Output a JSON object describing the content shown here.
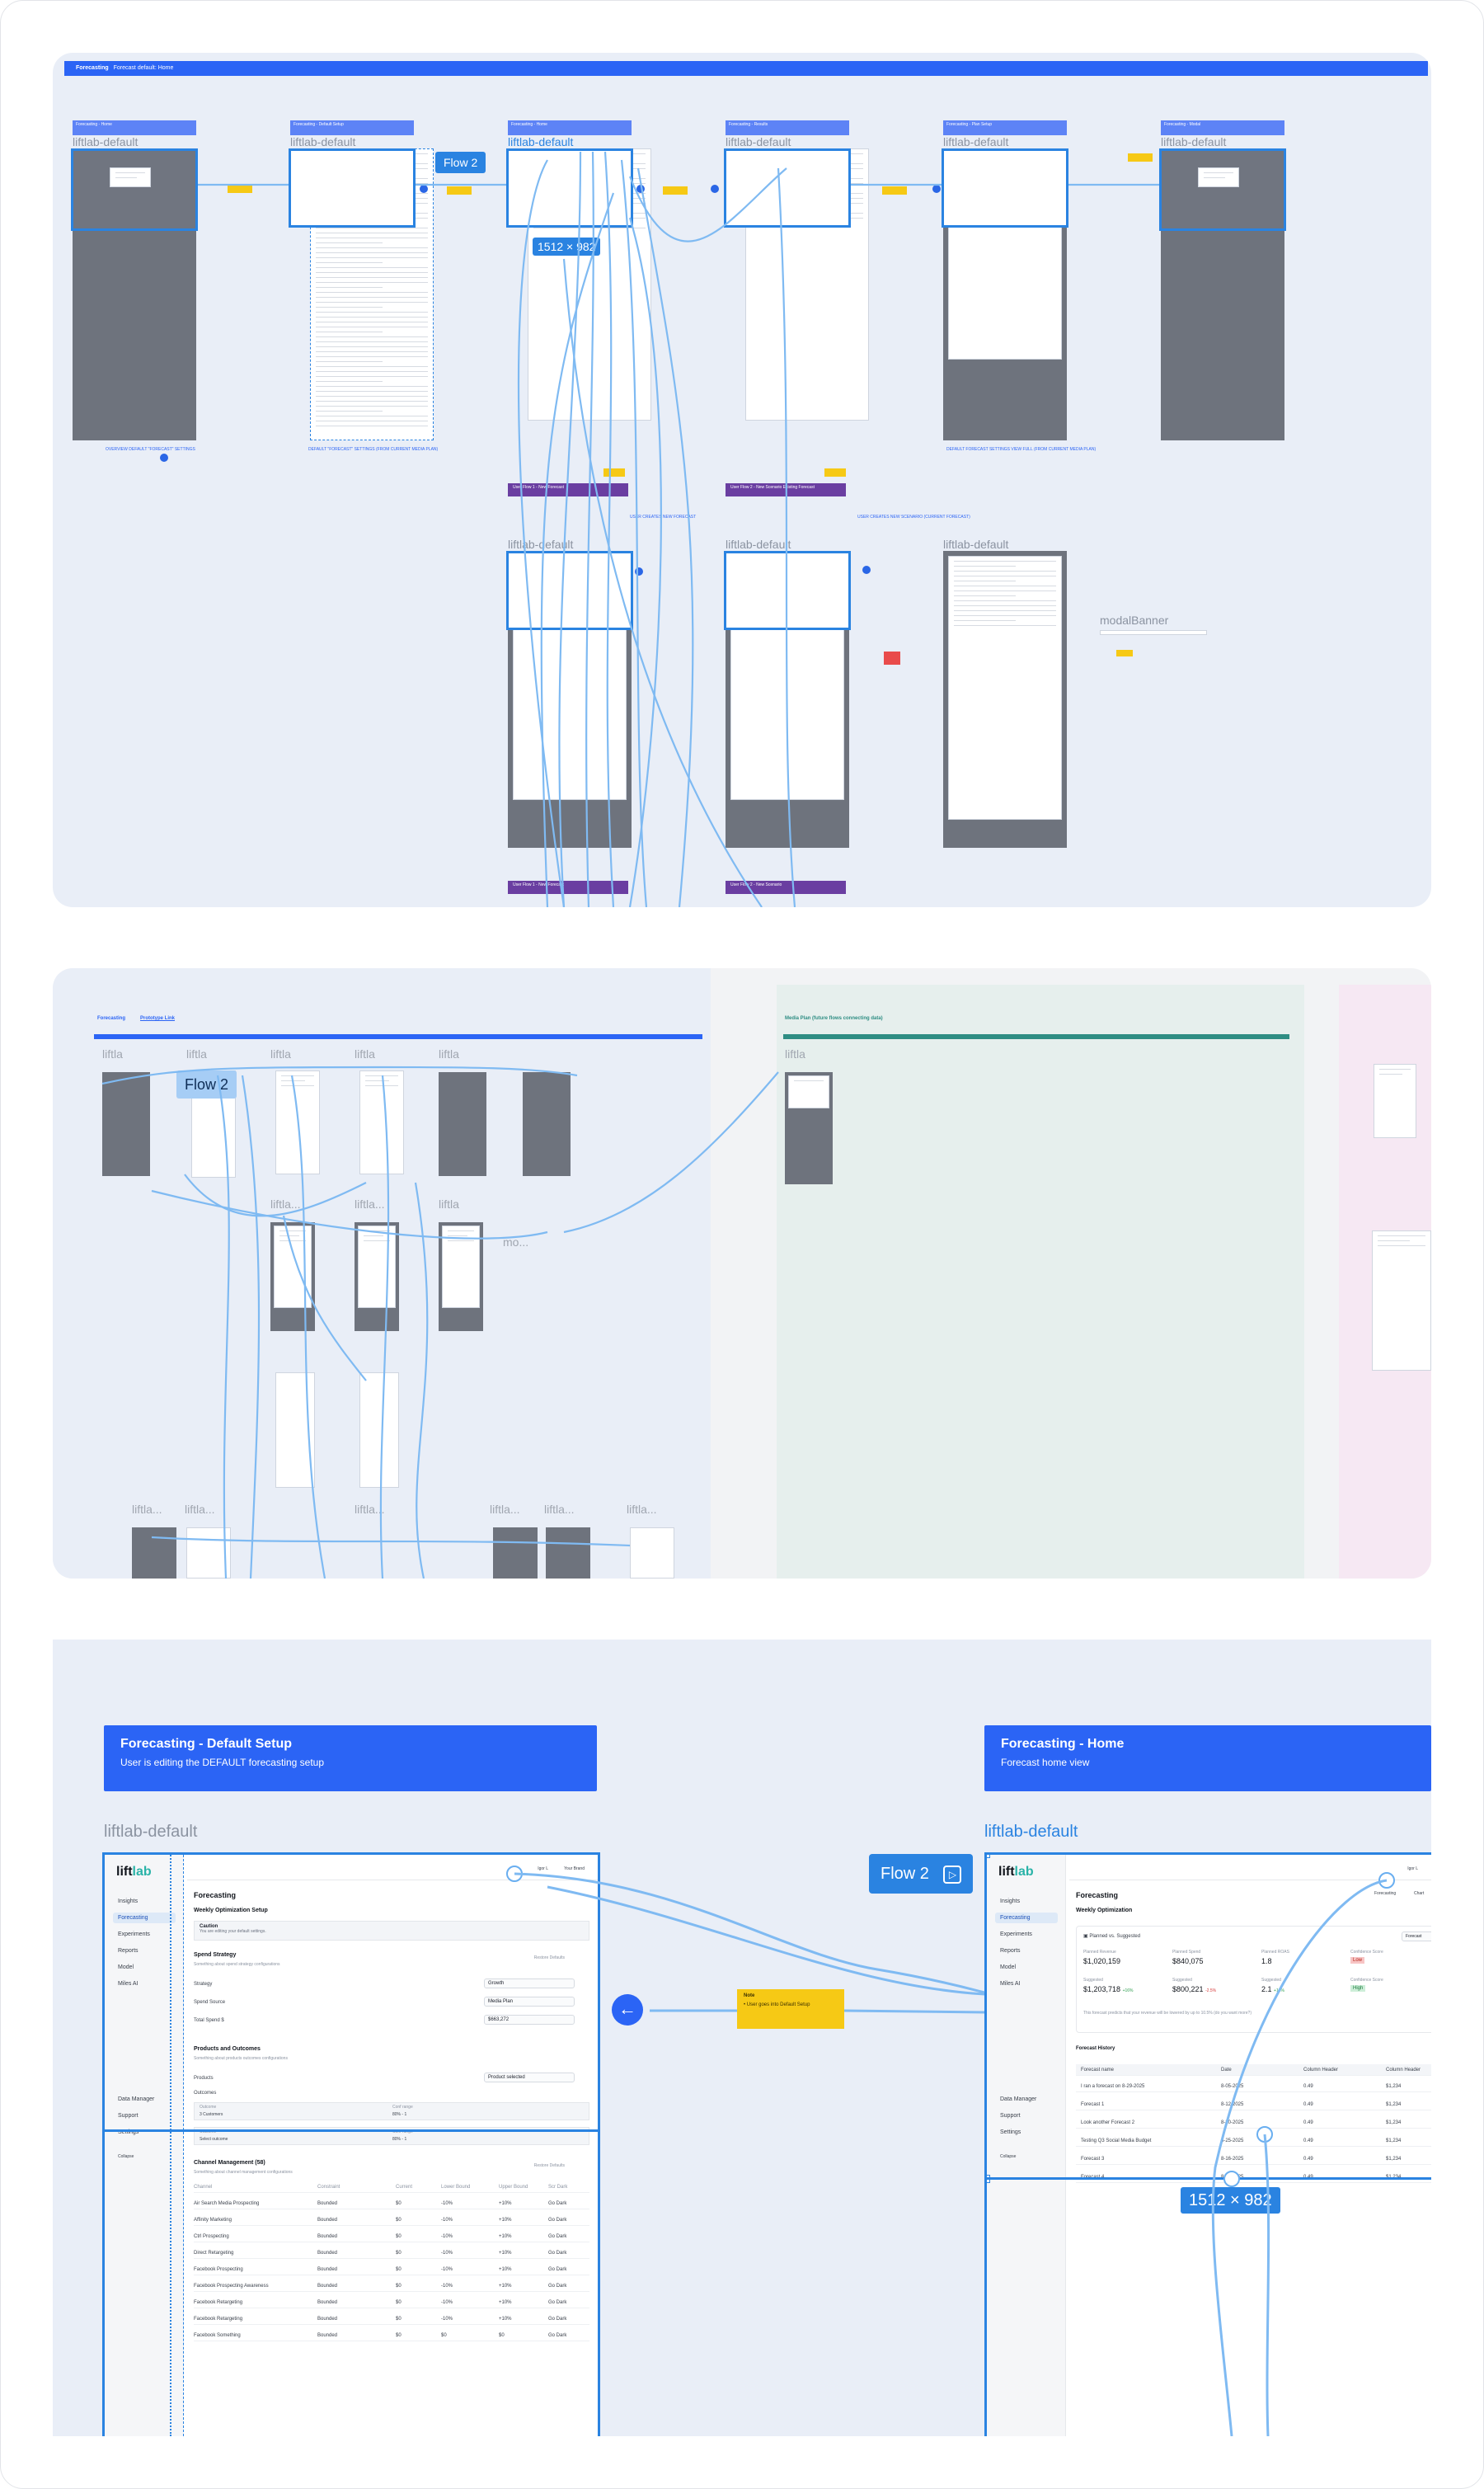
{
  "panel1": {
    "header_title": "Forecasting",
    "header_subtitle": "Forecast default: Home",
    "frame_label": "liftlab-default",
    "frames": [
      {
        "header": "Forecasting - Home",
        "label": "liftlab-default"
      },
      {
        "header": "Forecasting - Default Setup",
        "label": "liftlab-default"
      },
      {
        "header": "Forecasting - Home",
        "label": "liftlab-default"
      },
      {
        "header": "Forecasting - Results",
        "label": "liftlab-default"
      },
      {
        "header": "Forecasting - Plan Setup",
        "label": "liftlab-default"
      },
      {
        "header": "Forecasting - Modal",
        "label": "liftlab-default"
      }
    ],
    "row2_labels": [
      "liftlab-default",
      "liftlab-default",
      "liftlab-default"
    ],
    "modal_label": "modalBanner",
    "flow_tag": "Flow 2",
    "size_tag": "1512 × 982",
    "captions": [
      "OVERVIEW DEFAULT \"FORECAST\" SETTINGS",
      "DEFAULT \"FORECAST\" SETTINGS (FROM CURRENT MEDIA PLAN)",
      "DEFAULT FORECAST SETTINGS VIEW FULL (FROM CURRENT MEDIA PLAN)",
      "USER CREATES NEW FORECAST",
      "USER CREATES NEW SCENARIO (CURRENT FORECAST)"
    ],
    "purple_cards": [
      "User Flow 1 - New Forecast",
      "User Flow 2 - New Scenario Existing Forecast",
      "User Flow 1 - New Forecast",
      "User Flow 2 - New Scenario"
    ]
  },
  "panel2": {
    "tab_forecasting": "Forecasting",
    "tab_prototype": "Prototype Link",
    "media_plan_title": "Media Plan (future flows connecting data)",
    "flow_tag": "Flow 2",
    "frame_short": "liftla...",
    "frame_short2": "liftla",
    "modal_short": "mo..."
  },
  "panel3": {
    "card_left": {
      "title": "Forecasting - Default Setup",
      "subtitle": "User is editing the DEFAULT forecasting setup"
    },
    "card_right": {
      "title": "Forecasting - Home",
      "subtitle": "Forecast home view"
    },
    "frame_label_left": "liftlab-default",
    "frame_label_right": "liftlab-default",
    "flow_tag": "Flow 2",
    "size_tag": "1512 × 982",
    "note_title": "Note",
    "note_body": "• User goes into Default Setup",
    "logo_a": "lift",
    "logo_b": "lab",
    "nav": [
      "Insights",
      "Forecasting",
      "Experiments",
      "Reports",
      "Model",
      "Miles AI"
    ],
    "nav_bottom": [
      "Data Manager",
      "Support",
      "Settings"
    ],
    "collapse": "Collapse",
    "user_menu": "Igor L",
    "brand_menu": "Your Brand",
    "left_app": {
      "page_title": "Forecasting",
      "section_title": "Weekly Optimization Setup",
      "caution_title": "Caution",
      "caution_body": "You are editing your default settings.",
      "spend_title": "Spend Strategy",
      "spend_sub": "Something about spend strategy configurations",
      "restore": "Restore Defaults",
      "strategy_label": "Strategy",
      "strategy_value": "Growth",
      "source_label": "Spend Source",
      "source_value": "Media Plan",
      "total_label": "Total Spend $",
      "total_value": "$663,272",
      "products_title": "Products and Outcomes",
      "products_sub": "Something about products outcomes configurations",
      "products_label": "Products",
      "products_value": "Product selected",
      "outcomes_label": "Outcomes",
      "outcome_col1": "Outcome",
      "outcome_col2": "Conf range",
      "outcome_r1": "3 Customers",
      "outcome_r1v": "80% - 1",
      "outcome_r2": "Select outcome",
      "outcome_r2v": "80% - 1",
      "channel_title": "Channel Management (58)",
      "channel_sub": "Something about channel management configurations",
      "channel_headers": [
        "Channel",
        "Constraint",
        "Current",
        "Lower Bound",
        "Upper Bound",
        "Scr Dark"
      ],
      "channels": [
        {
          "name": "Air Search Media Prospecting",
          "c": "Bounded",
          "cur": "$0",
          "lo": "-10%",
          "hi": "+10%",
          "s": "Go Dark"
        },
        {
          "name": "Affinity Marketing",
          "c": "Bounded",
          "cur": "$0",
          "lo": "-10%",
          "hi": "+10%",
          "s": "Go Dark"
        },
        {
          "name": "Ctrl Prospecting",
          "c": "Bounded",
          "cur": "$0",
          "lo": "-10%",
          "hi": "+10%",
          "s": "Go Dark"
        },
        {
          "name": "Direct Retargeting",
          "c": "Bounded",
          "cur": "$0",
          "lo": "-10%",
          "hi": "+10%",
          "s": "Go Dark"
        },
        {
          "name": "Facebook Prospecting",
          "c": "Bounded",
          "cur": "$0",
          "lo": "-10%",
          "hi": "+10%",
          "s": "Go Dark"
        },
        {
          "name": "Facebook Prospecting Awareness",
          "c": "Bounded",
          "cur": "$0",
          "lo": "-10%",
          "hi": "+10%",
          "s": "Go Dark"
        },
        {
          "name": "Facebook Retargeting",
          "c": "Bounded",
          "cur": "$0",
          "lo": "-10%",
          "hi": "+10%",
          "s": "Go Dark"
        },
        {
          "name": "Facebook Retargeting",
          "c": "Bounded",
          "cur": "$0",
          "lo": "-10%",
          "hi": "+10%",
          "s": "Go Dark"
        },
        {
          "name": "Facebook Something",
          "c": "Bounded",
          "cur": "$0",
          "lo": "$0",
          "hi": "$0",
          "s": "Go Dark"
        }
      ]
    },
    "right_app": {
      "page_title": "Forecasting",
      "tab_forecasting": "Forecasting",
      "tab_chart": "Chart",
      "section_title": "Weekly Optimization",
      "toggle_label": "Planned vs. Suggested",
      "forecast_btn": "Forecast",
      "metrics": [
        {
          "label": "Planned Revenue",
          "value": "$1,020,159"
        },
        {
          "label": "Planned Spend",
          "value": "$840,075"
        },
        {
          "label": "Planned ROAS",
          "value": "1.8"
        },
        {
          "label": "Confidence Score",
          "value": "Low"
        }
      ],
      "metrics2": [
        {
          "label": "Suggested",
          "value": "$1,203,718",
          "delta": "+16%"
        },
        {
          "label": "Suggested",
          "value": "$800,221",
          "delta": "-2.5%"
        },
        {
          "label": "Suggested",
          "value": "2.1",
          "delta": "+18%"
        },
        {
          "label": "Confidence Score",
          "value": "High"
        }
      ],
      "note": "This forecast predicts that your revenue will be lowered by up to 10.5% (do you want more?)",
      "history_title": "Forecast History",
      "history_headers": [
        "Forecast name",
        "Date",
        "Column Header",
        "Column Header"
      ],
      "history": [
        {
          "name": "I ran a forecast on 8-29-2025",
          "date": "8-05-2025",
          "c1": "0.49",
          "c2": "$1,234"
        },
        {
          "name": "Forecast 1",
          "date": "8-12-2025",
          "c1": "0.49",
          "c2": "$1,234"
        },
        {
          "name": "Look another Forecast 2",
          "date": "8-20-2025",
          "c1": "0.49",
          "c2": "$1,234"
        },
        {
          "name": "Testing Q3 Social Media Budget",
          "date": "8-25-2025",
          "c1": "0.49",
          "c2": "$1,234"
        },
        {
          "name": "Forecast 3",
          "date": "8-16-2025",
          "c1": "0.49",
          "c2": "$1,234"
        },
        {
          "name": "Forecast 4",
          "date": "8-16-2025",
          "c1": "0.49",
          "c2": "$1,234"
        }
      ]
    }
  },
  "colors": {
    "accent": "#2b64f5",
    "selection": "#2a83e1",
    "sticky": "#f6c915",
    "purple": "#6a3ea1",
    "teal": "#2e8d83"
  }
}
